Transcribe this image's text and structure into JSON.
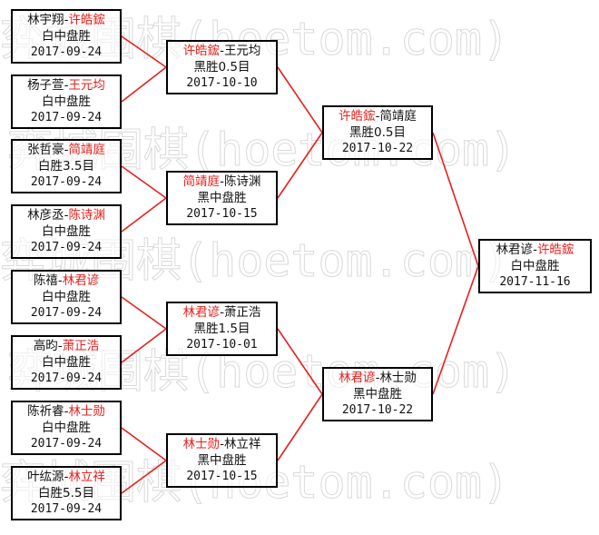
{
  "colors": {
    "winner": "#e8201c",
    "text": "#111111",
    "border": "#000000",
    "connector": "#e8201c",
    "watermark": "#d9d9d9"
  },
  "watermark": {
    "text": "弈城围棋(hoetom.com)"
  },
  "round1": [
    {
      "p1": "林宇翔",
      "p2": "许皓鋐",
      "winner": 2,
      "result": "白中盘胜",
      "date": "2017-09-24"
    },
    {
      "p1": "杨子萱",
      "p2": "王元均",
      "winner": 2,
      "result": "白中盘胜",
      "date": "2017-09-24"
    },
    {
      "p1": "张哲豪",
      "p2": "简靖庭",
      "winner": 2,
      "result": "白胜3.5目",
      "date": "2017-09-24"
    },
    {
      "p1": "林彦丞",
      "p2": "陈诗渊",
      "winner": 2,
      "result": "白中盘胜",
      "date": "2017-09-24"
    },
    {
      "p1": "陈禧",
      "p2": "林君谚",
      "winner": 2,
      "result": "白中盘胜",
      "date": "2017-09-24"
    },
    {
      "p1": "高昀",
      "p2": "萧正浩",
      "winner": 2,
      "result": "白中盘胜",
      "date": "2017-09-24"
    },
    {
      "p1": "陈祈睿",
      "p2": "林士勋",
      "winner": 2,
      "result": "白中盘胜",
      "date": "2017-09-24"
    },
    {
      "p1": "叶纮源",
      "p2": "林立祥",
      "winner": 2,
      "result": "白胜5.5目",
      "date": "2017-09-24"
    }
  ],
  "round2": [
    {
      "p1": "许皓鋐",
      "p2": "王元均",
      "winner": 1,
      "result": "黑胜0.5目",
      "date": "2017-10-10"
    },
    {
      "p1": "简靖庭",
      "p2": "陈诗渊",
      "winner": 1,
      "result": "黑中盘胜",
      "date": "2017-10-15"
    },
    {
      "p1": "林君谚",
      "p2": "萧正浩",
      "winner": 1,
      "result": "黑胜1.5目",
      "date": "2017-10-01"
    },
    {
      "p1": "林士勋",
      "p2": "林立祥",
      "winner": 1,
      "result": "黑中盘胜",
      "date": "2017-10-15"
    }
  ],
  "round3": [
    {
      "p1": "许皓鋐",
      "p2": "简靖庭",
      "winner": 1,
      "result": "黑胜0.5目",
      "date": "2017-10-22"
    },
    {
      "p1": "林君谚",
      "p2": "林士勋",
      "winner": 1,
      "result": "黑中盘胜",
      "date": "2017-10-22"
    }
  ],
  "final": [
    {
      "p1": "林君谚",
      "p2": "许皓鋐",
      "winner": 2,
      "result": "白中盘胜",
      "date": "2017-11-16"
    }
  ]
}
